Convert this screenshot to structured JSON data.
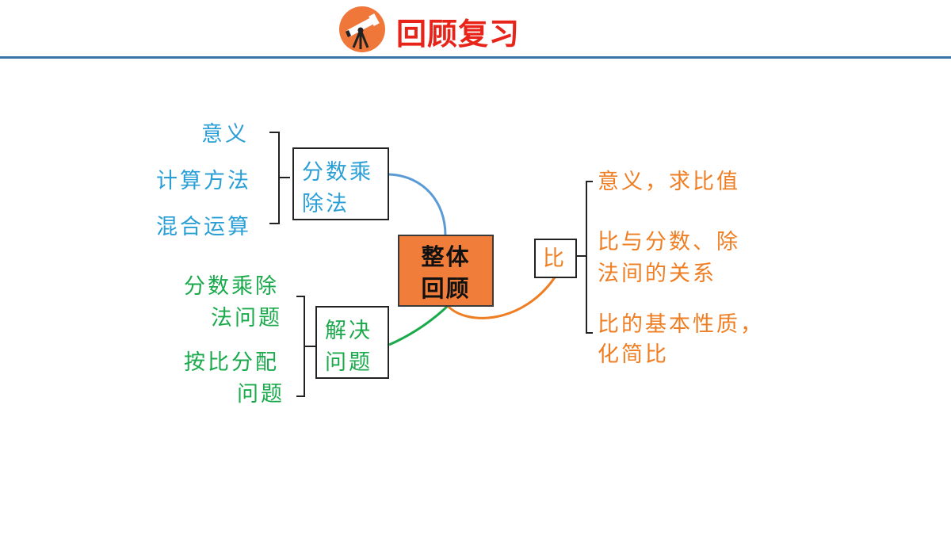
{
  "header": {
    "icon": "telescope-icon",
    "title": "回顾复习",
    "title_color": "#e8231a",
    "icon_bg": "#f0773a",
    "line_color": "#3a73a8"
  },
  "center": {
    "line1": "整体",
    "line2": "回顾",
    "bg": "#f07d3a"
  },
  "fractions": {
    "color": "#2a9fd6",
    "line_color": "#5b9bd5",
    "box_line1": "分数乘",
    "box_line2": "除法",
    "items": [
      "意义",
      "计算方法",
      "混合运算"
    ]
  },
  "problems": {
    "color": "#1aaa4b",
    "box_line1": "解决",
    "box_line2": "问题",
    "item1_line1": "分数乘除",
    "item1_line2": "法问题",
    "item2_line1": "按比分配",
    "item2_line2": "问题"
  },
  "ratio": {
    "color": "#ef7d22",
    "box": "比",
    "item1": "意义，求比值",
    "item2_line1": "比与分数、除",
    "item2_line2": "法间的关系",
    "item3_line1": "比的基本性质，",
    "item3_line2": "化简比"
  }
}
